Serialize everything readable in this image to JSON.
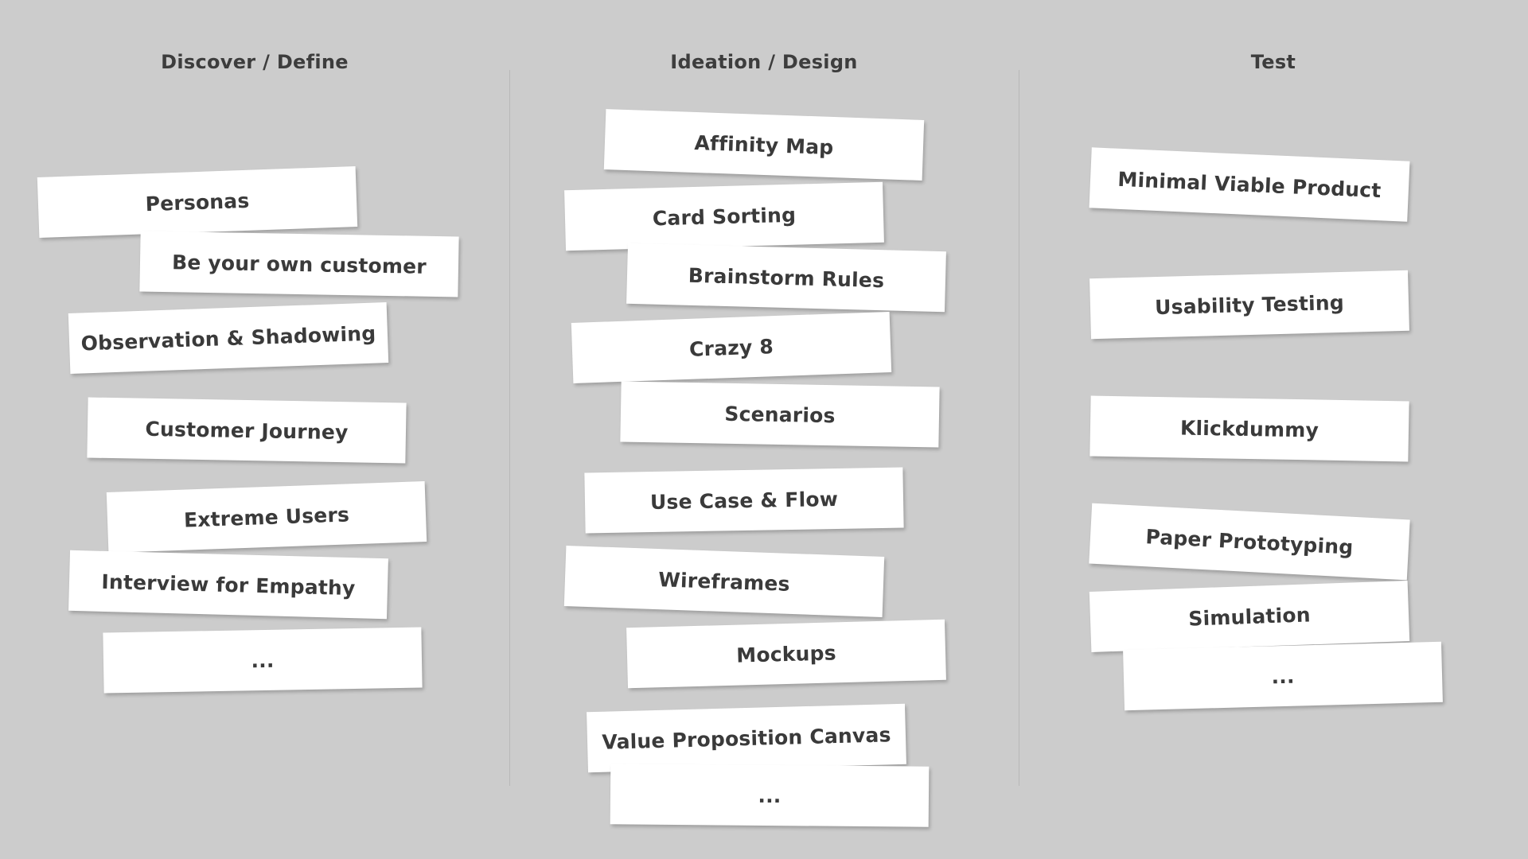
{
  "colors": {
    "background": "#cccccc",
    "card": "#ffffff",
    "text": "#3a3a3a",
    "divider": "#b8b8b8"
  },
  "columns": [
    {
      "title": "Discover / Define",
      "cards": [
        "Personas",
        "Be your own customer",
        "Observation & Shadowing",
        "Customer Journey",
        "Extreme Users",
        "Interview for Empathy",
        "..."
      ]
    },
    {
      "title": "Ideation / Design",
      "cards": [
        "Affinity Map",
        "Card Sorting",
        "Brainstorm Rules",
        "Crazy 8",
        "Scenarios",
        "Use Case & Flow",
        "Wireframes",
        "Mockups",
        "Value Proposition Canvas",
        "..."
      ]
    },
    {
      "title": "Test",
      "cards": [
        "Minimal Viable Product",
        "Usability Testing",
        "Klickdummy",
        "Paper Prototyping",
        "Simulation",
        "..."
      ]
    }
  ]
}
